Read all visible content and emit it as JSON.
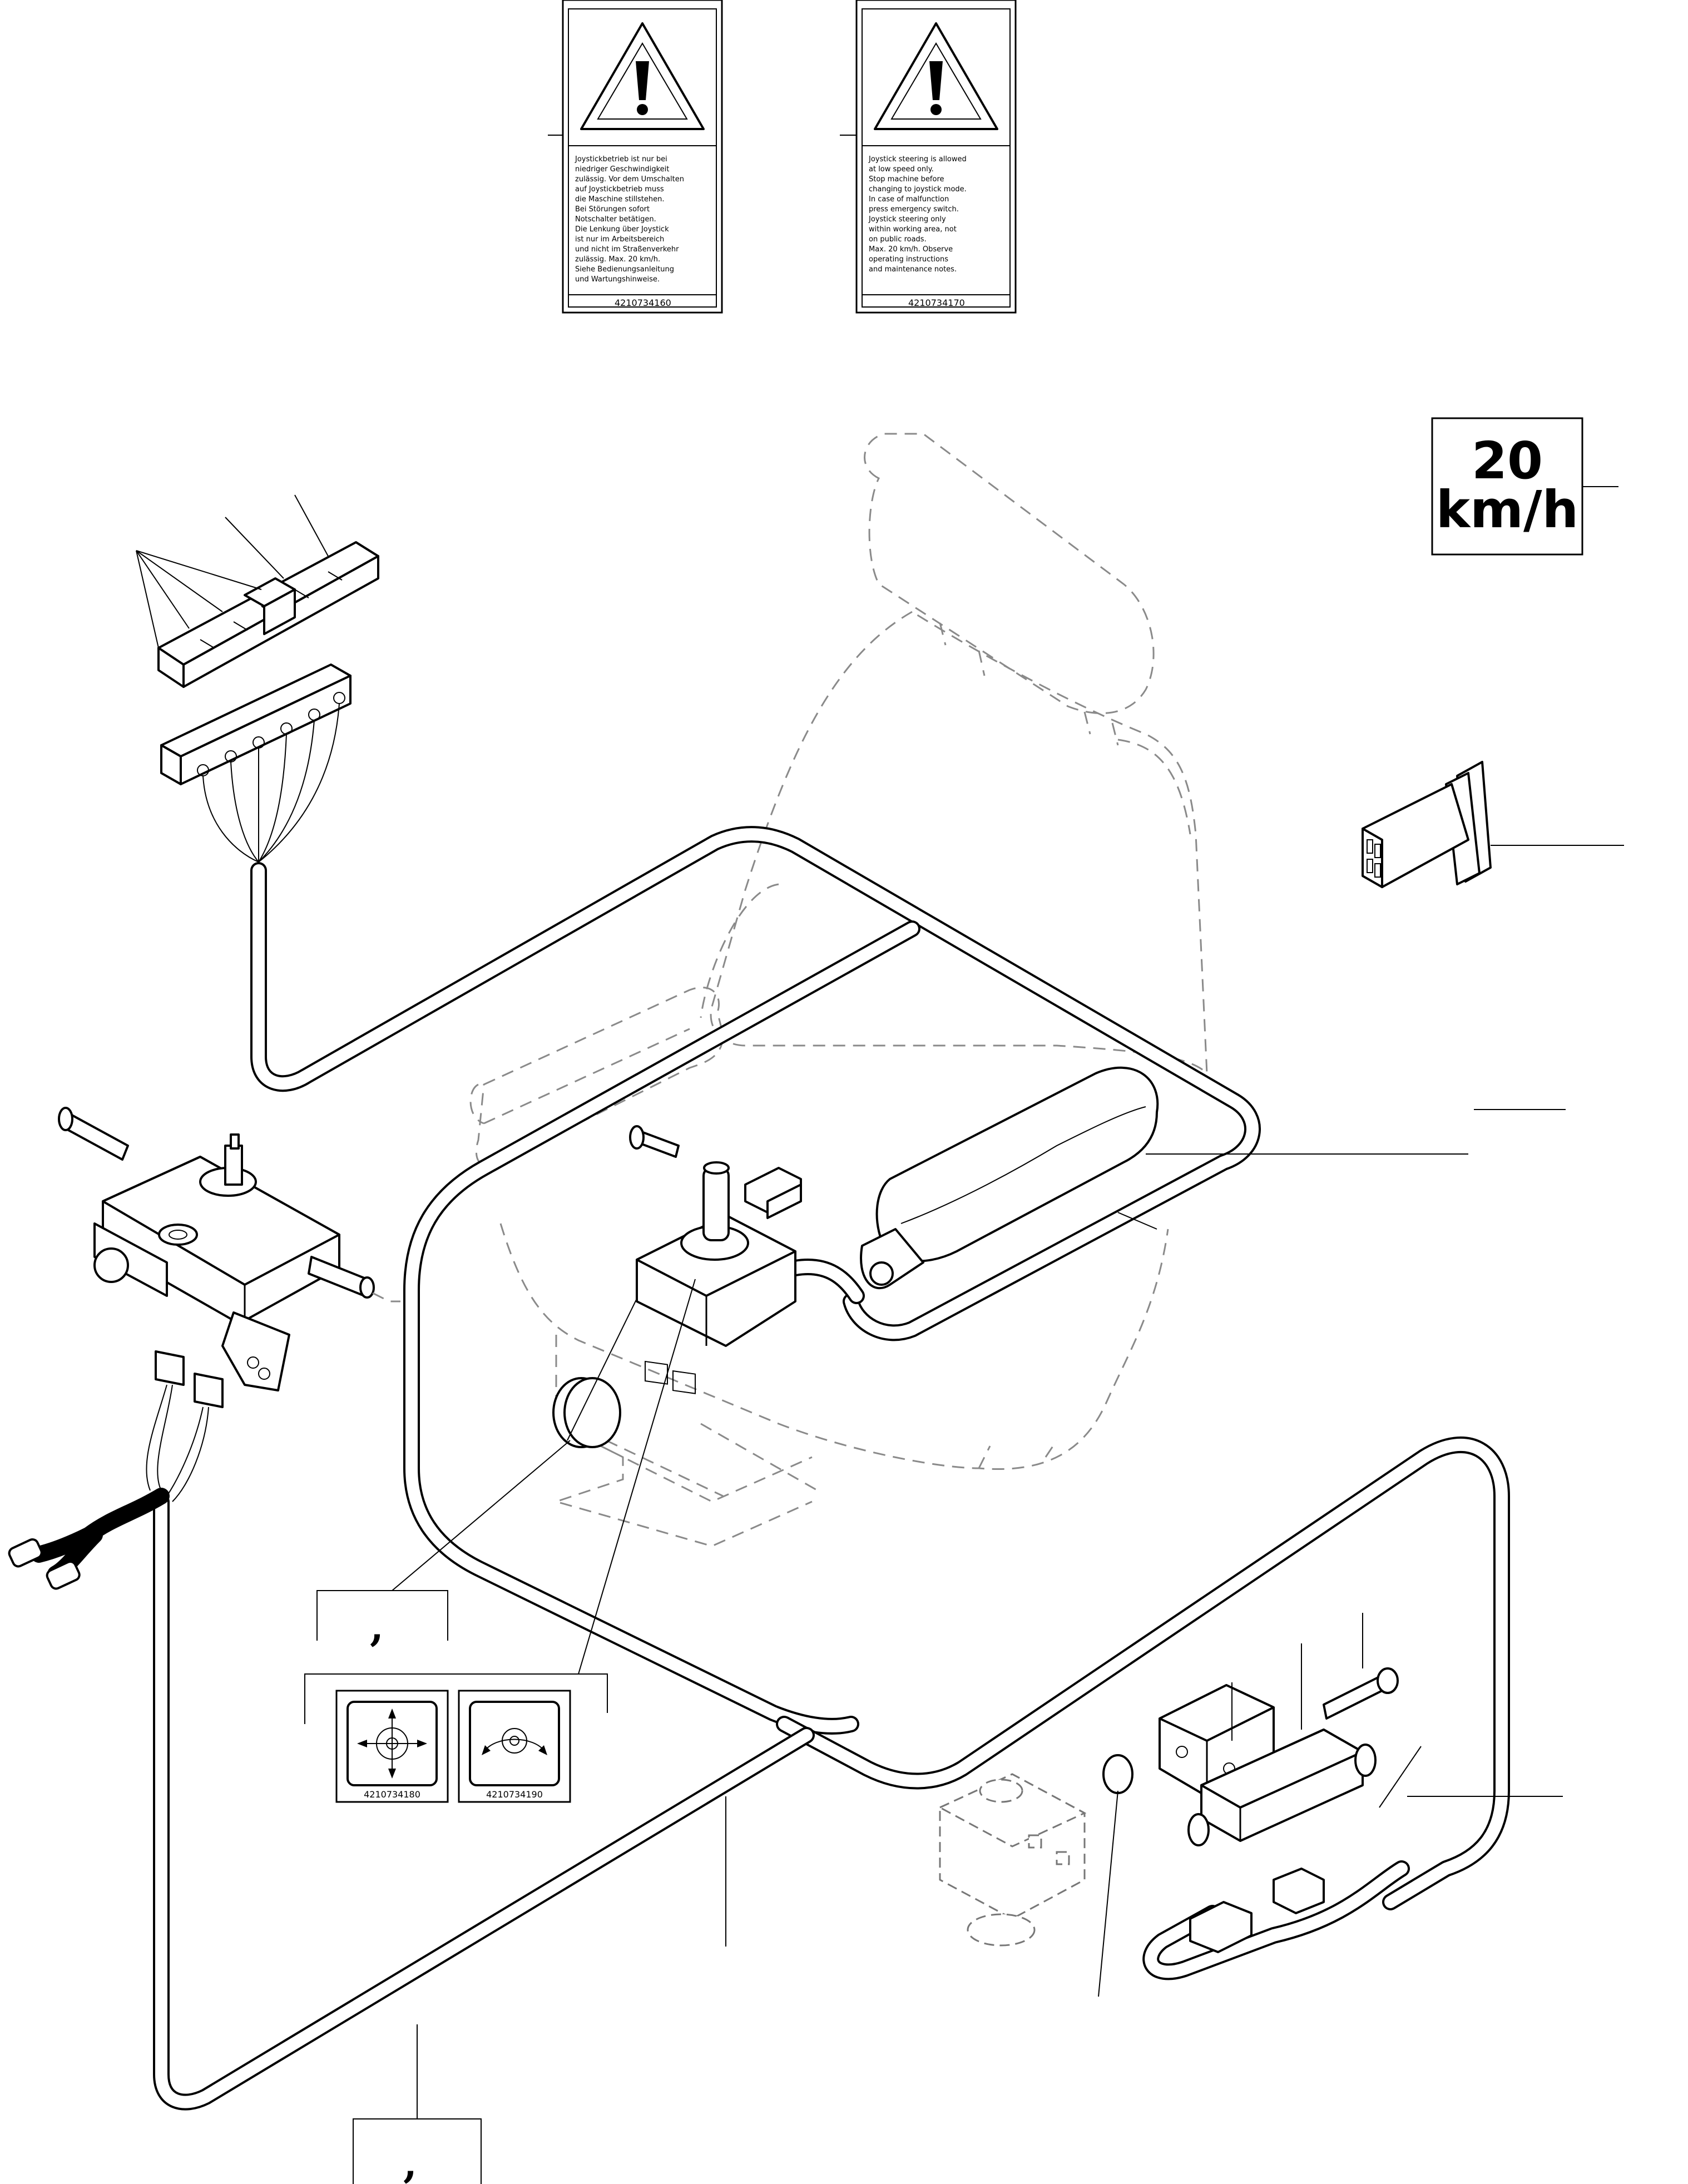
{
  "warning_decal_left": {
    "lines": [
      "Joystickbetrieb ist nur bei",
      "niedriger Geschwindigkeit",
      "zulässig. Vor dem Umschalten",
      "auf Joystickbetrieb muss",
      "die Maschine stillstehen.",
      "Bei Störungen sofort",
      "Notschalter betätigen.",
      "Die Lenkung über Joystick",
      "ist nur im Arbeitsbereich",
      "und nicht im Straßenverkehr",
      "zulässig. Max. 20 km/h.",
      "Siehe Bedienungsanleitung",
      "und Wartungshinweise."
    ],
    "code": "4210734160"
  },
  "warning_decal_right": {
    "lines": [
      "Joystick steering is allowed",
      "at low speed only.",
      "Stop machine before",
      "changing to joystick mode.",
      "In case of malfunction",
      "press emergency switch.",
      "Joystick steering only",
      "within working area, not",
      "on public roads.",
      "Max. 20 km/h. Observe",
      "operating instructions",
      "and maintenance notes."
    ],
    "code": "4210734170"
  },
  "speed_decal": {
    "line1": "20",
    "line2": "km/h"
  },
  "callouts": {
    "comma_left": ",",
    "comma_bottom": ","
  },
  "joystick_decals": [
    {
      "name": "four-way-joystick-decal",
      "code": "4210734180"
    },
    {
      "name": "two-way-joystick-decal",
      "code": "4210734190"
    }
  ]
}
